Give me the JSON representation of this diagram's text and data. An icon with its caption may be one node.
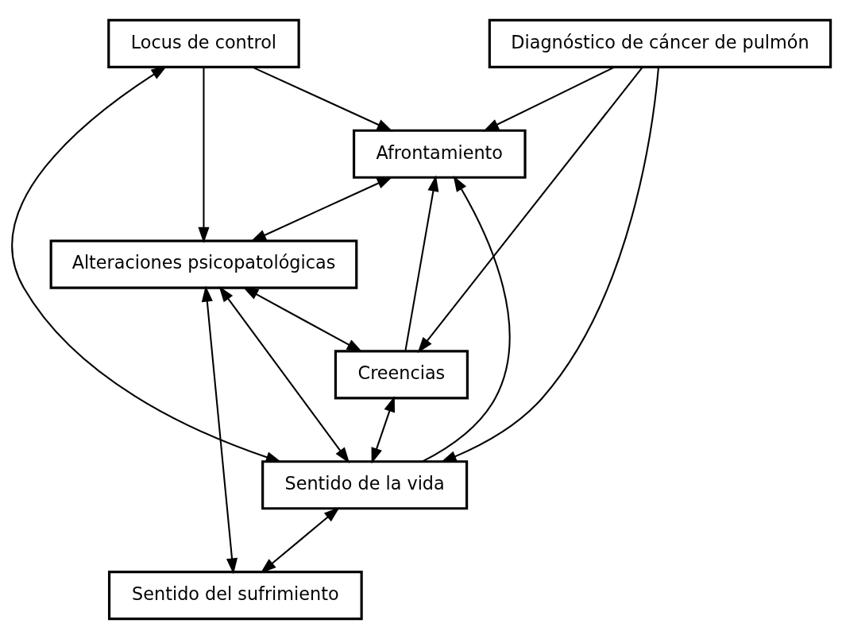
{
  "diagram": {
    "nodes": [
      {
        "text": [
          "Locus de control"
        ]
      },
      {
        "text": [
          "Diagnóstico de cáncer de pulmón"
        ]
      },
      {
        "text": [
          "Afrontamiento"
        ]
      },
      {
        "text": [
          "Alteraciones psicopatológicas"
        ]
      },
      {
        "text": [
          "Creencias"
        ]
      },
      {
        "text": [
          "Sentido de la vida"
        ]
      },
      {
        "text": [
          "Sentido del sufrimiento"
        ]
      }
    ],
    "edges": [
      {
        "from": 0,
        "to": 2,
        "arrow": "to"
      },
      {
        "from": 0,
        "to": 3,
        "arrow": "to"
      },
      {
        "from": 1,
        "to": 2,
        "arrow": "to"
      },
      {
        "from": 2,
        "to": 3,
        "arrow": "both"
      },
      {
        "from": 1,
        "to": 4,
        "arrow": "to"
      },
      {
        "from": 1,
        "to": 5,
        "arrow": "to"
      },
      {
        "from": 4,
        "to": 2,
        "arrow": "to"
      },
      {
        "from": 5,
        "to": 2,
        "arrow": "to"
      },
      {
        "from": 3,
        "to": 4,
        "arrow": "both"
      },
      {
        "from": 3,
        "to": 5,
        "arrow": "both"
      },
      {
        "from": 3,
        "to": 6,
        "arrow": "both"
      },
      {
        "from": 4,
        "to": 5,
        "arrow": "both"
      },
      {
        "from": 5,
        "to": 6,
        "arrow": "both"
      },
      {
        "from": 5,
        "to": 0,
        "arrow": "both"
      }
    ]
  }
}
